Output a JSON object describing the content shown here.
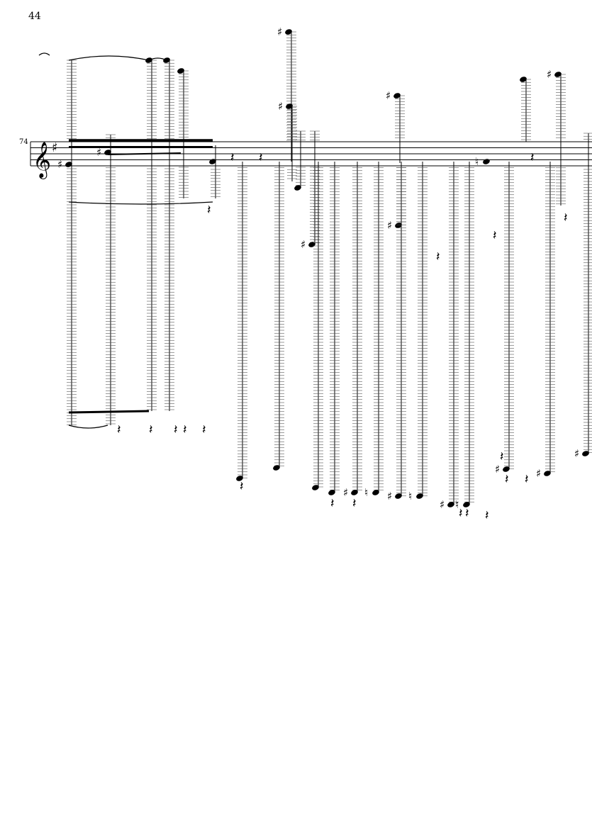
{
  "page": {
    "number": "44",
    "measure_number": "74"
  },
  "staff": {
    "clef": "treble-clef",
    "key_signature": "one-sharp",
    "accidental_glyphs": {
      "sharp": "♯",
      "natural": "♮"
    }
  }
}
